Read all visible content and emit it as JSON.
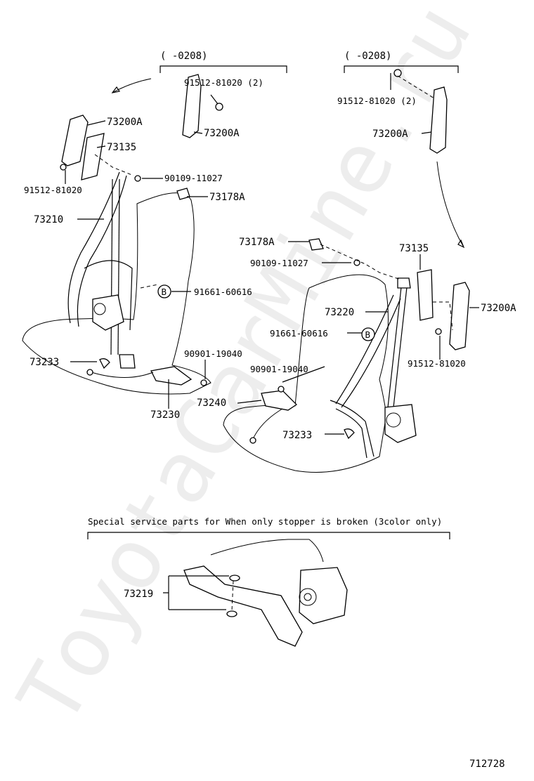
{
  "watermark": "ToyotaCarMine.ru",
  "range_left": "(      -0208)",
  "range_right": "(      -0208)",
  "special_note": "Special service parts for When only stopper is broken (3color only)",
  "figure_id": "712728",
  "labels": {
    "p_91512_81020_2_left": "91512-81020 (2)",
    "p_73200a_top_left": "73200A",
    "p_73135_left": "73135",
    "p_73200a_mid_left": "73200A",
    "p_90109_11027_left": "90109-11027",
    "p_91512_81020_left": "91512-81020",
    "p_73178a_left": "73178A",
    "p_73210": "73210",
    "p_91661_60616_left": "91661-60616",
    "p_90901_19040_left": "90901-19040",
    "p_73233_left": "73233",
    "p_73230": "73230",
    "p_73240": "73240",
    "p_90901_19040_right": "90901-19040",
    "p_91512_81020_2_right": "91512-81020 (2)",
    "p_73200a_top_right": "73200A",
    "p_73178a_right": "73178A",
    "p_73135_right": "73135",
    "p_90109_11027_right": "90109-11027",
    "p_73220": "73220",
    "p_73200a_right": "73200A",
    "p_91661_60616_right": "91661-60616",
    "p_91512_81020_right": "91512-81020",
    "p_73233_right": "73233",
    "p_73219": "73219"
  },
  "circle_marker": "B"
}
